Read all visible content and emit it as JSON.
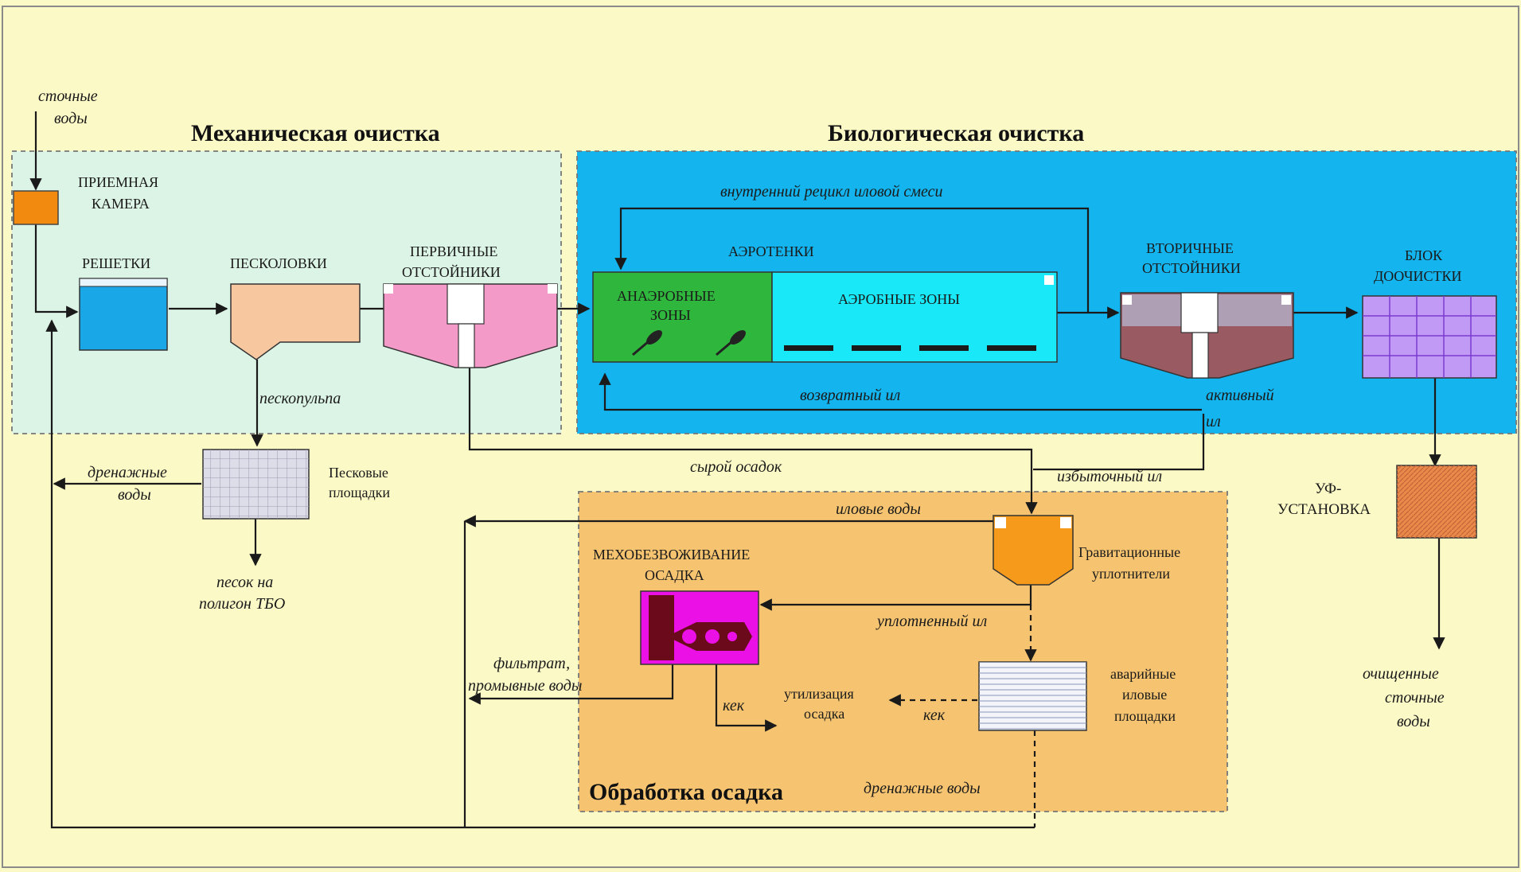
{
  "colors": {
    "background": "#fbf9c6",
    "mechanical_zone": "#dcf4e6",
    "biological_zone": "#14b4ee",
    "sludge_zone": "#f6c470",
    "anaerobic": "#2fb63c",
    "aerobic": "#18e8f8",
    "secondary_tank": "#9a5a62",
    "post_treatment": "#c09af5",
    "uv": "#e88a4a",
    "thickener": "#f59a1a",
    "dewatering": "#ea10e6"
  },
  "sections": {
    "mechanical": "Механическая очистка",
    "biological": "Биологическая очистка",
    "sludge": "Обработка осадка"
  },
  "units": {
    "receiving_chamber": [
      "ПРИЕМНАЯ",
      "КАМЕРА"
    ],
    "screens": "РЕШЕТКИ",
    "sand_traps": "ПЕСКОЛОВКИ",
    "primary_settlers": [
      "ПЕРВИЧНЫЕ",
      "ОТСТОЙНИКИ"
    ],
    "aerotanks": "АЭРОТЕНКИ",
    "anaerobic_zones": [
      "АНАЭРОБНЫЕ",
      "ЗОНЫ"
    ],
    "aerobic_zones": "АЭРОБНЫЕ ЗОНЫ",
    "secondary_settlers": [
      "ВТОРИЧНЫЕ",
      "ОТСТОЙНИКИ"
    ],
    "post_treatment": [
      "БЛОК",
      "ДООЧИСТКИ"
    ],
    "uv_unit": [
      "УФ-",
      "УСТАНОВКА"
    ],
    "sand_beds": [
      "Песковые",
      "площадки"
    ],
    "gravity_thickeners": [
      "Гравитационные",
      "уплотнители"
    ],
    "mech_dewatering": [
      "МЕХОБЕЗВОЖИВАНИЕ",
      "ОСАДКА"
    ],
    "emergency_beds": [
      "аварийные",
      "иловые",
      "площадки"
    ],
    "utilization": [
      "утилизация",
      "осадка"
    ]
  },
  "flows": {
    "wastewater_in": [
      "сточные",
      "воды"
    ],
    "sand_pulp": "пескопульпа",
    "drainage_left": [
      "дренажные",
      "воды"
    ],
    "sand_to_landfill": [
      "песок на",
      "полигон ТБО"
    ],
    "internal_recycle": "внутренний рецикл иловой смеси",
    "return_sludge": "возвратный ил",
    "active_sludge": [
      "активный",
      "ил"
    ],
    "raw_sludge": "сырой осадок",
    "excess_sludge": "избыточный ил",
    "sludge_water": "иловые воды",
    "thickened_sludge": "уплотненный ил",
    "filtrate": [
      "фильтрат,",
      "промывные воды"
    ],
    "cake_1": "кек",
    "cake_2": "кек",
    "drainage_bottom": "дренажные воды",
    "treated_water": [
      "очищенные",
      "сточные",
      "воды"
    ]
  }
}
